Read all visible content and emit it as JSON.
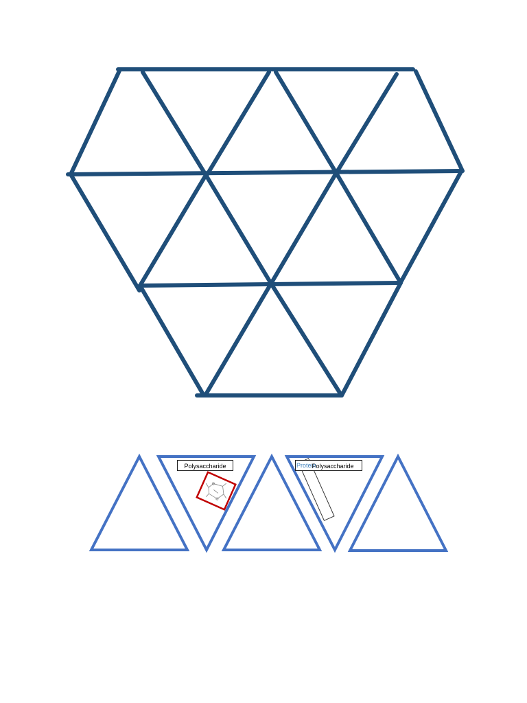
{
  "colors": {
    "grid_stroke": "#1F4E79",
    "card_stroke": "#4472C4",
    "image_frame": "#C00000",
    "label_text": "#000000",
    "label_text_accent": "#2E75B6"
  },
  "puzzle": {
    "rows": [
      {
        "triangles": 5
      },
      {
        "triangles": 5
      },
      {
        "triangles": 3
      }
    ]
  },
  "cards": [
    {
      "orientation": "up",
      "label": ""
    },
    {
      "orientation": "down",
      "label": "Polysaccharide",
      "has_image": true
    },
    {
      "orientation": "up",
      "label": ""
    },
    {
      "orientation": "down",
      "label": "Polysaccharide",
      "overlay_label": "Protein",
      "has_slip": true
    },
    {
      "orientation": "up",
      "label": ""
    }
  ]
}
